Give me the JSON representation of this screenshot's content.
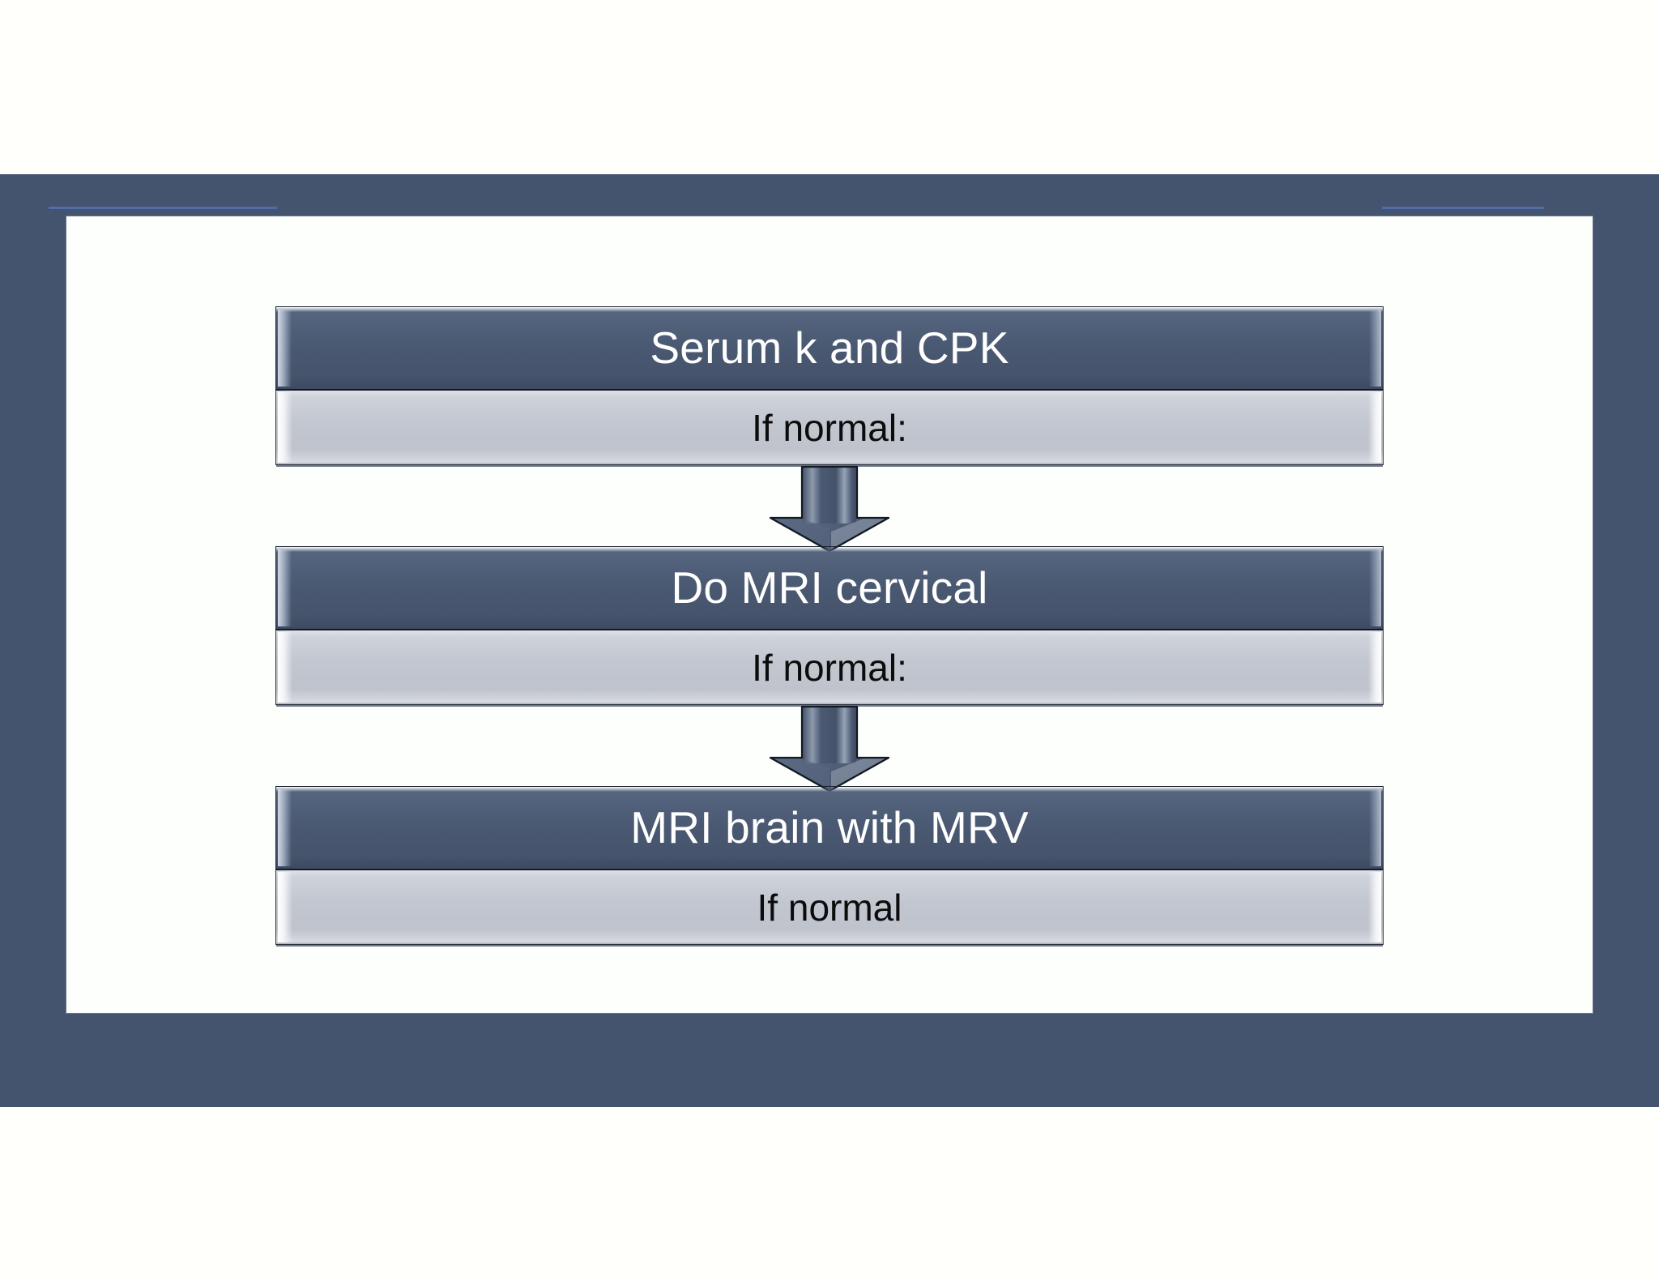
{
  "slide": {
    "background_color": "#fffffc",
    "frame_color": "#45546e",
    "canvas_color": "#fdfffd",
    "accent_line_color": "#4f6da8",
    "node_head_color": "#495872",
    "node_head_text_color": "#ffffff",
    "node_sub_color": "#c2c6cf",
    "node_sub_text_color": "#0c0c0c",
    "arrow_color": "#4e5d77"
  },
  "flowchart": {
    "type": "vertical-process-flow",
    "orientation": "top-to-bottom",
    "node_count": 3,
    "connector_count": 2,
    "nodes": [
      {
        "id": "node-serum-k-cpk",
        "title": "Serum k and CPK",
        "subtitle": "If normal:"
      },
      {
        "id": "node-mri-cervical",
        "title": "Do MRI cervical",
        "subtitle": "If normal:"
      },
      {
        "id": "node-mri-brain-mrv",
        "title": "MRI brain with MRV",
        "subtitle": "If normal"
      }
    ],
    "connectors": [
      {
        "id": "connector-1",
        "icon": "down-arrow-icon",
        "from": "node-serum-k-cpk",
        "to": "node-mri-cervical"
      },
      {
        "id": "connector-2",
        "icon": "down-arrow-icon",
        "from": "node-mri-cervical",
        "to": "node-mri-brain-mrv"
      }
    ]
  }
}
